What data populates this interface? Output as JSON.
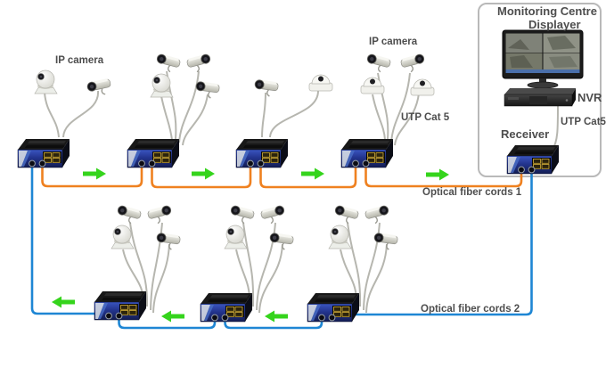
{
  "labels": {
    "ip_camera_1": "IP camera",
    "ip_camera_2": "IP camera",
    "utp_cat5_1": "UTP Cat 5",
    "utp_cat5_2": "UTP Cat5",
    "monitoring_centre": "Monitoring Centre",
    "displayer": "Displayer",
    "nvr": "NVR",
    "receiver": "Receiver",
    "fiber_cords_1": "Optical fiber cords 1",
    "fiber_cords_2": "Optical fiber cords 2"
  },
  "icons": {
    "flow_arrow_right": "→",
    "flow_arrow_left": "←",
    "dome_camera": "ptz-dome-camera-shape",
    "bullet_camera": "bullet-camera-shape",
    "ceiling_dome_camera": "ceiling-dome-camera-shape",
    "fiber_switch": "industrial-media-converter-shape",
    "monitor": "cctv-split-screen-monitor-shape",
    "nvr_box": "nvr-recorder-shape"
  },
  "colors": {
    "fiber_cord_1": "#ef8120",
    "fiber_cord_2": "#1e86d4",
    "arrow_green": "#35d41c",
    "utp_cable": "#b6b6af",
    "box_border": "#b9b9b9",
    "label_text": "#4d4d4d",
    "switch_front": "#22348c"
  },
  "diagram": {
    "top_row_switch_count": 4,
    "bottom_row_switch_count": 3,
    "top_camera_group_count": 4,
    "bottom_camera_group_count": 3,
    "flow_direction_top_row": "right",
    "flow_direction_bottom_row": "left"
  }
}
